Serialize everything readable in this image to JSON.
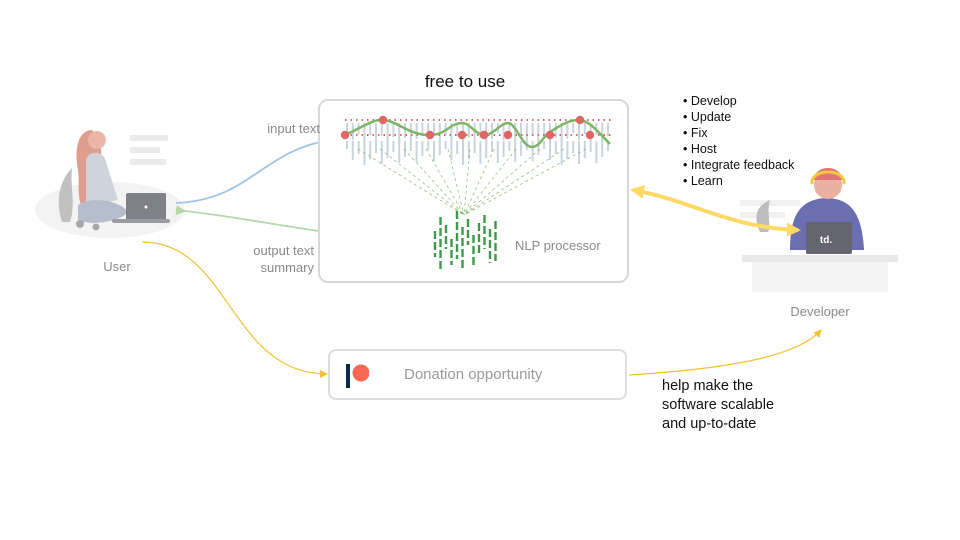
{
  "title": "free to use",
  "nlp": {
    "label": "NLP processor"
  },
  "user": {
    "label": "User"
  },
  "developer": {
    "label": "Developer",
    "laptop_logo": "td.",
    "tasks": [
      "Develop",
      "Update",
      "Fix",
      "Host",
      "Integrate feedback",
      "Learn"
    ]
  },
  "arrows": {
    "input_label": "input text",
    "output_label_line1": "output text",
    "output_label_line2": "summary"
  },
  "donation": {
    "label": "Donation opportunity",
    "icon": "patreon-icon"
  },
  "help_text": [
    "help make the",
    "software scalable",
    "and up-to-date"
  ],
  "colors": {
    "input_arrow": "#9fc5e8",
    "output_arrow": "#b6d7a8",
    "flow_arrow": "#f1c232",
    "dev_arrow": "#ffd966",
    "wave": "#6aa84f",
    "dots": "#e06666",
    "bars": "#c9d4de",
    "green_bars": "#3c9a4a",
    "patreon_red": "#f96854",
    "patreon_navy": "#052d49"
  }
}
